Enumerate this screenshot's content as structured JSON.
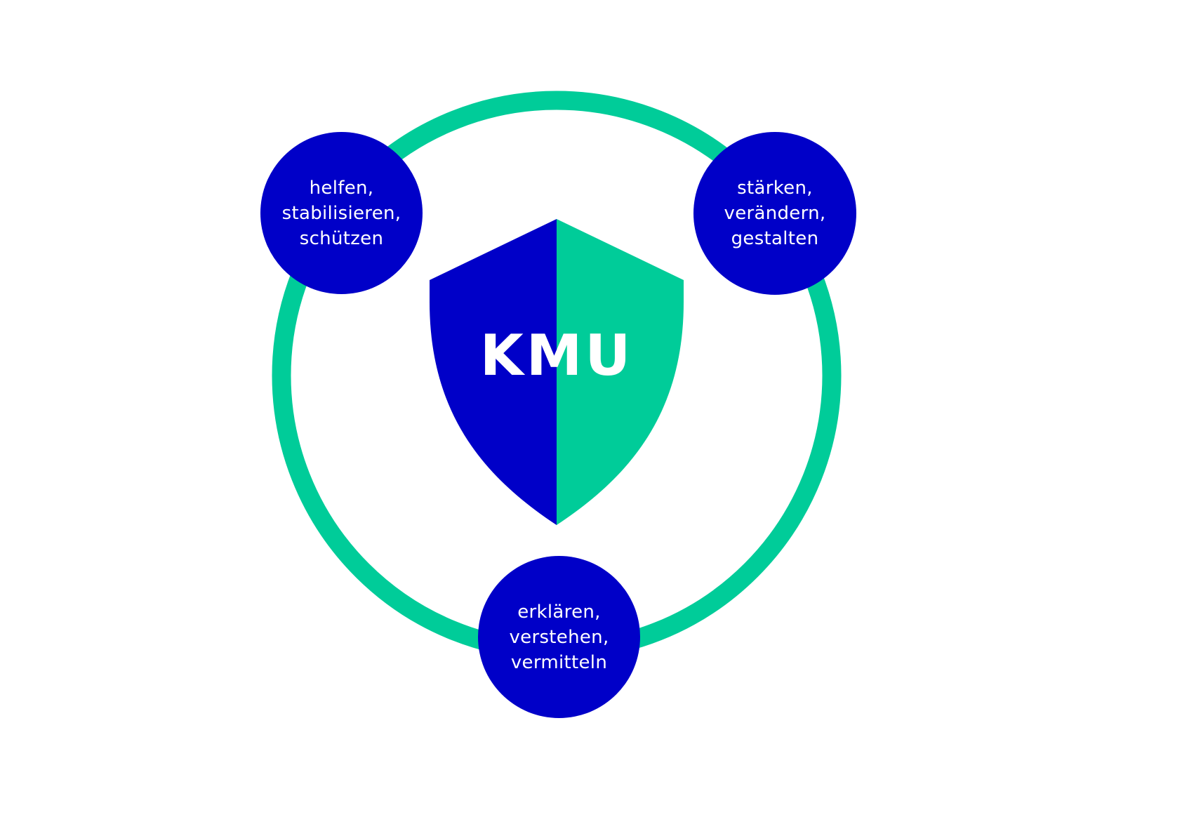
{
  "colors": {
    "blue": "#0000c8",
    "green": "#00cc99",
    "background": "#ffffff",
    "text": "#ffffff"
  },
  "center": {
    "label": "KMU",
    "icon": "shield-icon"
  },
  "nodes": [
    {
      "id": "top-left",
      "lines": [
        "helfen,",
        "stabilisieren,",
        "schützen"
      ]
    },
    {
      "id": "top-right",
      "lines": [
        "stärken,",
        "verändern,",
        "gestalten"
      ]
    },
    {
      "id": "bottom",
      "lines": [
        "erklären,",
        "verstehen,",
        "vermitteln"
      ]
    }
  ]
}
